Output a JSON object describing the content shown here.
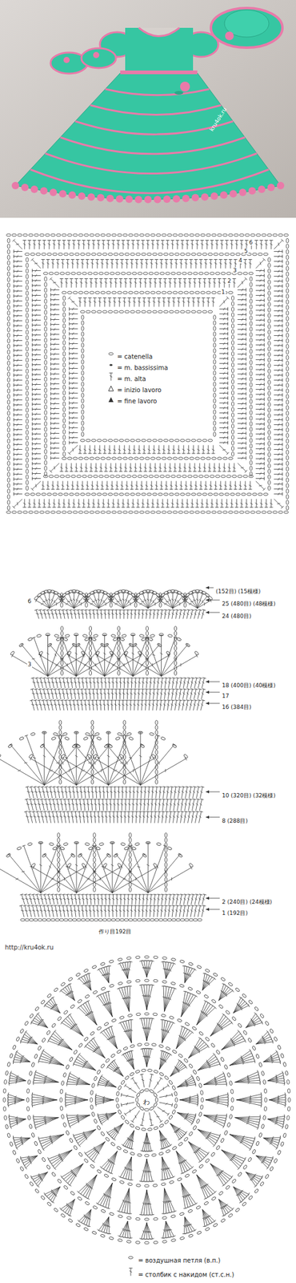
{
  "diagram": {
    "labels": [
      "kru4ok.ru",
      "6",
      "5",
      "4",
      "3",
      "2",
      "1",
      "(152目) (15模様)",
      "25 (480目) (48模様)",
      "24 (480目)",
      "18 (400目) (40模様)",
      "17",
      "16 (384目)",
      "10 (320目) (32模様)",
      "8 (288目)",
      "2 (240目) (24模様)",
      "1 (192目)",
      "作り目192目",
      "6",
      "3",
      "http://kru4ok.ru",
      "わ"
    ],
    "legend": [
      {
        "text": "= catenella"
      },
      {
        "text": "= m. bassissima"
      },
      {
        "text": "= m. alta"
      },
      {
        "text": "= inizio lavoro"
      },
      {
        "text": "= fine lavoro"
      },
      {
        "text": "= воздушная петля (в.п.)"
      },
      {
        "text": "= столбик с накидом (ст.с.н.)"
      }
    ]
  }
}
